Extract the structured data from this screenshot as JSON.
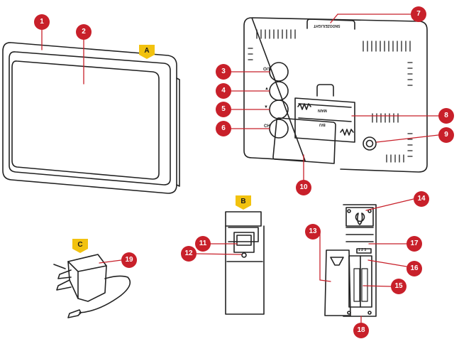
{
  "callouts": [
    "1",
    "2",
    "3",
    "4",
    "5",
    "6",
    "7",
    "8",
    "9",
    "10",
    "11",
    "12",
    "13",
    "14",
    "15",
    "16",
    "17",
    "18",
    "19"
  ],
  "tags": [
    "A",
    "B",
    "C"
  ],
  "panel_marks": {
    "btn_3": "⏻/⇅",
    "btn_4": "▲",
    "btn_5": "▼",
    "btn_6": "CH",
    "snooze": "SNOOZE/LIGHT",
    "battery_main": "MAIN",
    "battery_bu": "B/U",
    "switch": "1 2 3"
  }
}
